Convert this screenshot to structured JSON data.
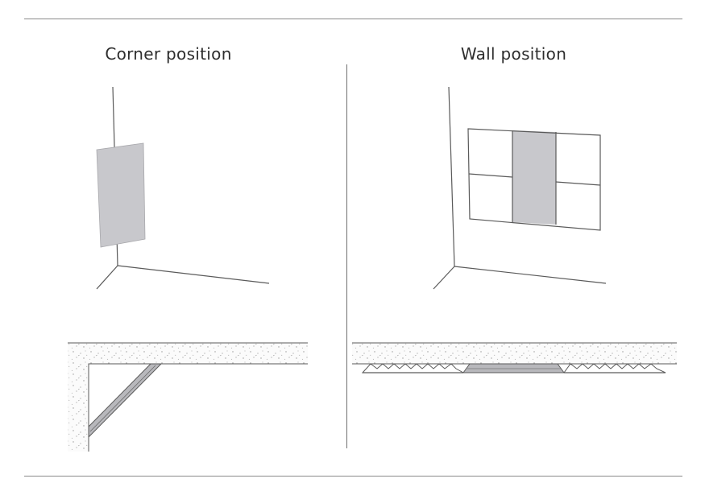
{
  "panels": {
    "corner": {
      "title": "Corner position"
    },
    "wall": {
      "title": "Wall position"
    }
  },
  "colors": {
    "panel_fill": "#c8c8cc",
    "line": "#5a5a5a",
    "concrete_speckle": "#9a9a9a"
  },
  "icons": [
    "corner-wall-perspective",
    "wall-grid-perspective",
    "corner-section",
    "wall-section"
  ]
}
